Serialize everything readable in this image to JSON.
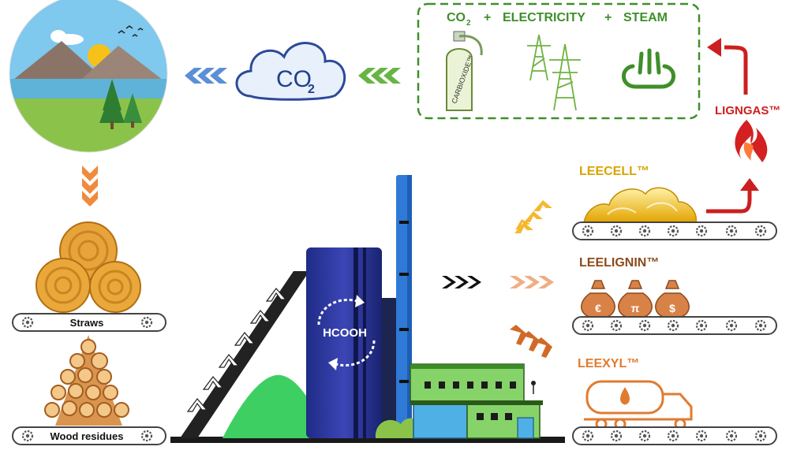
{
  "co2_group": {
    "co2": "CO",
    "co2_sub": "2",
    "plus1": "+",
    "electricity": "ELECTRICITY",
    "plus2": "+",
    "steam": "STEAM",
    "cylinder_text": "CARBIOXIDE™"
  },
  "cloud": {
    "text": "CO",
    "sub": "2"
  },
  "products": {
    "lignas": "LIGNGAS™",
    "leecell": "LEECELL™",
    "leelignin": "LEELIGNIN™",
    "leexyl": "LEEXYL™"
  },
  "bag_symbols": [
    "€",
    "π",
    "$"
  ],
  "feedstocks": {
    "straws": "Straws",
    "wood": "Wood residues"
  },
  "reactor": {
    "label": "HCOOH"
  },
  "colors": {
    "green": "#3f8f2a",
    "orange": "#e07b30",
    "red": "#cc1f1f",
    "blue_arrow": "#5b8fd6",
    "gold": "#f2b705",
    "brown": "#8b4a1c",
    "reactor": "#2d3a9f"
  }
}
